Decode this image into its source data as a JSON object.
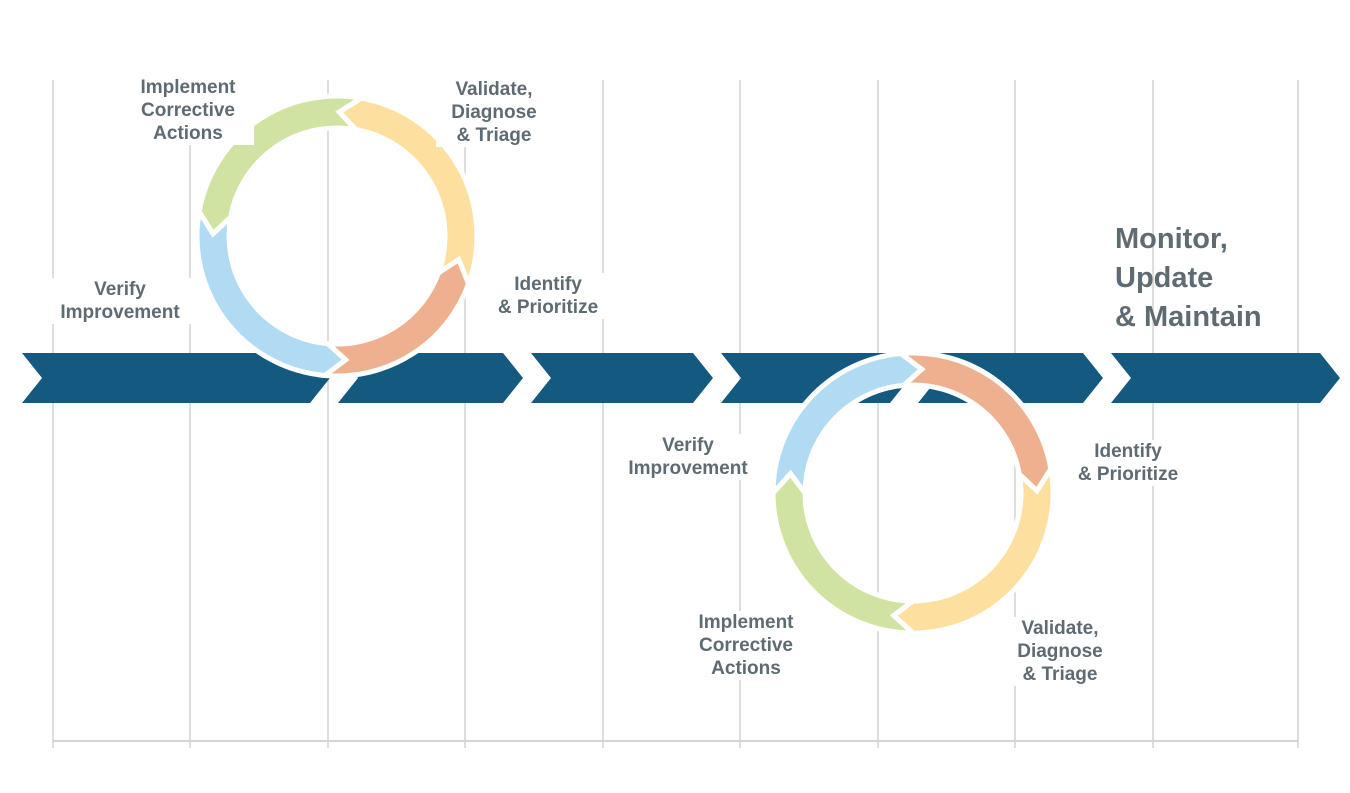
{
  "diagram": {
    "type": "timeline-with-improvement-cycles",
    "colors": {
      "arrow_band": "#145a80",
      "grid_line": "#d4d4d4",
      "label_text": "#5f6b73",
      "identify": "#efb08f",
      "validate": "#fde0a0",
      "implement": "#d1e3a2",
      "verify": "#b1dbf3"
    },
    "timeline": {
      "segment_count": 6,
      "column_count": 9
    },
    "cycles": [
      {
        "id": "cycle-1",
        "stages": [
          {
            "key": "identify",
            "label": "Identify\n& Prioritize"
          },
          {
            "key": "validate",
            "label": "Validate,\nDiagnose\n& Triage"
          },
          {
            "key": "implement",
            "label": "Implement\nCorrective\nActions"
          },
          {
            "key": "verify",
            "label": "Verify\nImprovement"
          }
        ]
      },
      {
        "id": "cycle-2",
        "stages": [
          {
            "key": "identify",
            "label": "Identify\n& Prioritize"
          },
          {
            "key": "validate",
            "label": "Validate,\nDiagnose\n& Triage"
          },
          {
            "key": "implement",
            "label": "Implement\nCorrective\nActions"
          },
          {
            "key": "verify",
            "label": "Verify\nImprovement"
          }
        ]
      }
    ],
    "final_phase": {
      "label": "Monitor,\nUpdate\n& Maintain"
    }
  }
}
